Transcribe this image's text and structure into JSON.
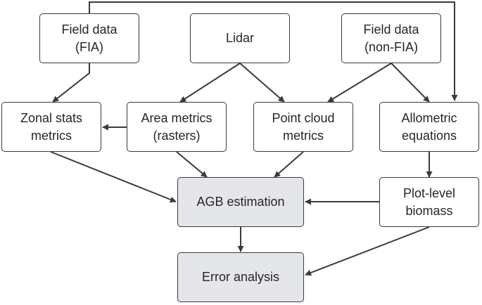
{
  "nodes": [
    {
      "id": "field_fia",
      "lines": [
        "Field data",
        "(FIA)"
      ],
      "fill": "#ffffff"
    },
    {
      "id": "lidar",
      "lines": [
        "Lidar"
      ],
      "fill": "#ffffff"
    },
    {
      "id": "field_nonfia",
      "lines": [
        "Field data",
        "(non-FIA)"
      ],
      "fill": "#ffffff"
    },
    {
      "id": "zonal",
      "lines": [
        "Zonal stats",
        "metrics"
      ],
      "fill": "#ffffff"
    },
    {
      "id": "area",
      "lines": [
        "Area metrics",
        "(rasters)"
      ],
      "fill": "#ffffff"
    },
    {
      "id": "pointcloud",
      "lines": [
        "Point cloud",
        "metrics"
      ],
      "fill": "#ffffff"
    },
    {
      "id": "allometric",
      "lines": [
        "Allometric",
        "equations"
      ],
      "fill": "#ffffff"
    },
    {
      "id": "agb",
      "lines": [
        "AGB estimation"
      ],
      "fill": "#e4e6e9"
    },
    {
      "id": "plotlevel",
      "lines": [
        "Plot-level",
        "biomass"
      ],
      "fill": "#ffffff"
    },
    {
      "id": "error",
      "lines": [
        "Error analysis"
      ],
      "fill": "#e4e6e9"
    }
  ],
  "edges": [
    {
      "from": "field_fia",
      "to": "zonal"
    },
    {
      "from": "field_fia",
      "to": "allometric"
    },
    {
      "from": "lidar",
      "to": "area"
    },
    {
      "from": "lidar",
      "to": "pointcloud"
    },
    {
      "from": "field_nonfia",
      "to": "pointcloud"
    },
    {
      "from": "field_nonfia",
      "to": "allometric"
    },
    {
      "from": "area",
      "to": "zonal"
    },
    {
      "from": "zonal",
      "to": "agb"
    },
    {
      "from": "area",
      "to": "agb"
    },
    {
      "from": "pointcloud",
      "to": "agb"
    },
    {
      "from": "allometric",
      "to": "plotlevel"
    },
    {
      "from": "plotlevel",
      "to": "agb"
    },
    {
      "from": "agb",
      "to": "error"
    },
    {
      "from": "plotlevel",
      "to": "error"
    }
  ],
  "colors": {
    "stroke": "#3a3a3a",
    "text": "#262626",
    "highlight_fill": "#e4e6e9"
  }
}
